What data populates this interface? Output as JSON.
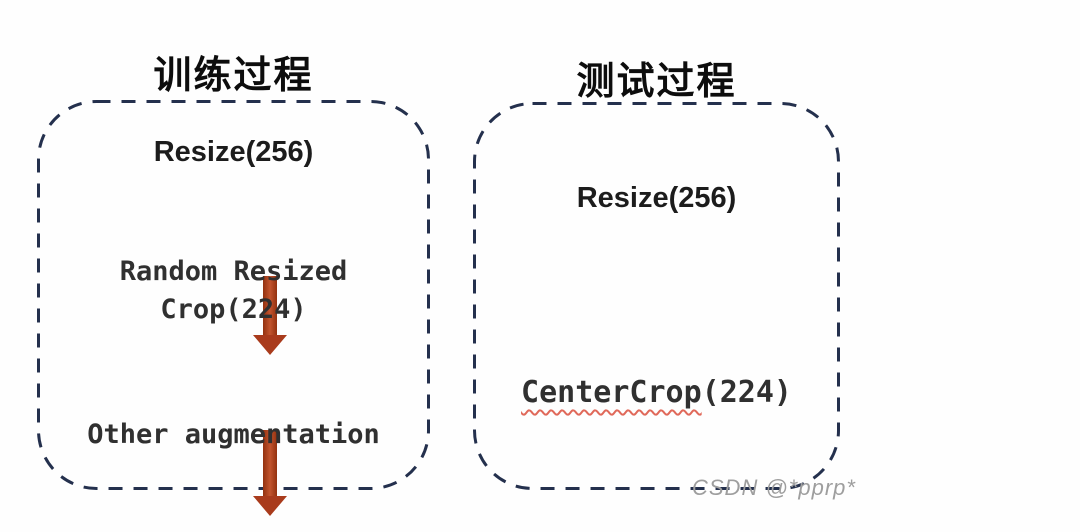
{
  "colors": {
    "border_navy": "#24304d",
    "arrow_red": "#a93b1c",
    "arrow_light": "#c2542e",
    "arrow_dark": "#93310f",
    "title_black": "#0d0d0d",
    "label_dark": "#1c1c1c",
    "mono_dark": "#303030",
    "wavy_red": "#e0695a",
    "watermark_gray": "#9e9e9e"
  },
  "train": {
    "title": "训练过程",
    "step1": "Resize(256)",
    "step2_line1": "Random Resized",
    "step2_line2": "Crop(224)",
    "step3": "Other augmentation"
  },
  "test": {
    "title": "测试过程",
    "step1": "Resize(256)",
    "step2_word": "CenterCrop",
    "step2_args": "(224)"
  },
  "watermark": "CSDN @*pprp*"
}
